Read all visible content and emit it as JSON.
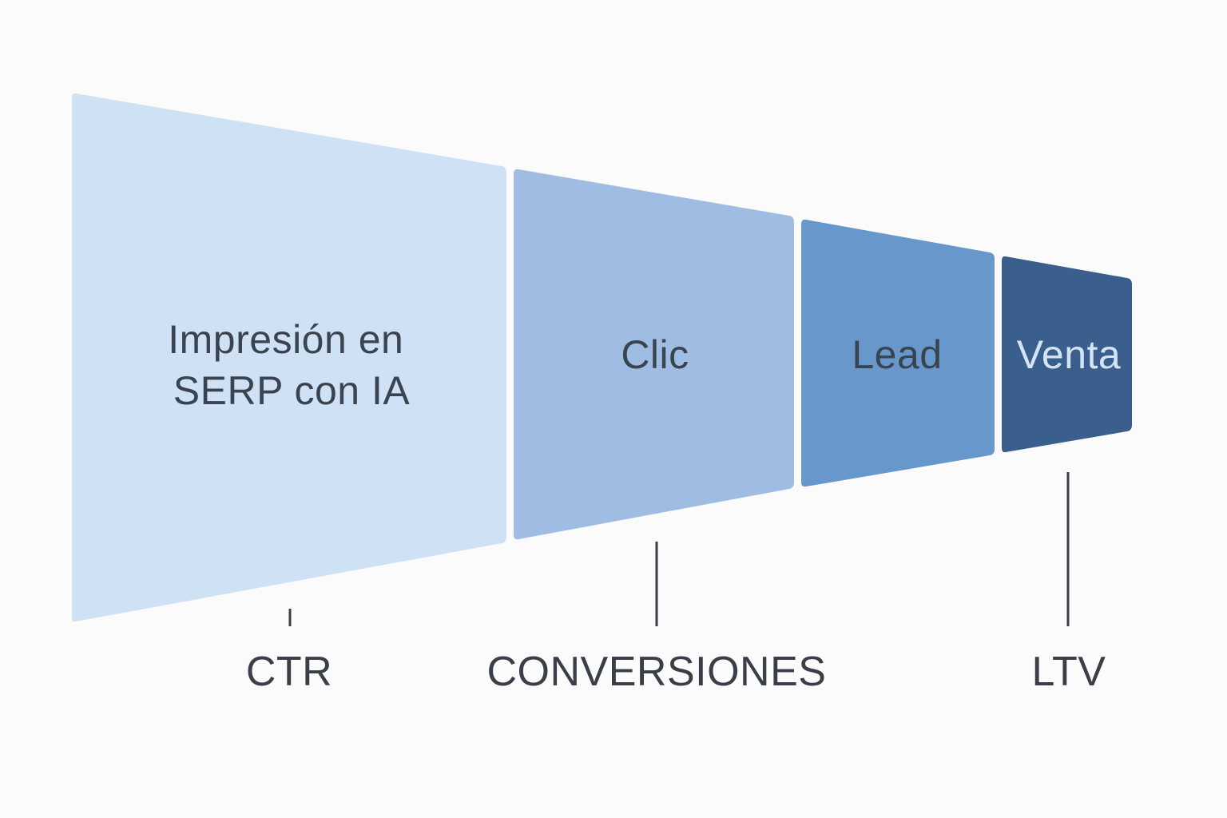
{
  "diagram": {
    "stages": [
      {
        "label_lines": [
          "Impresión en",
          "SERP con IA"
        ],
        "color": "#cfe1f5",
        "text_color": "#3a4350"
      },
      {
        "label_lines": [
          "Clic"
        ],
        "color": "#9fbde2",
        "text_color": "#3a4350"
      },
      {
        "label_lines": [
          "Lead"
        ],
        "color": "#6898cb",
        "text_color": "#3a4350"
      },
      {
        "label_lines": [
          "Venta"
        ],
        "color": "#3b5f8c",
        "text_color": "#d4e4f6"
      }
    ],
    "metrics": [
      {
        "label": "CTR"
      },
      {
        "label": "CONVERSIONES"
      },
      {
        "label": "LTV"
      }
    ],
    "connector_color": "#3a3f47"
  }
}
